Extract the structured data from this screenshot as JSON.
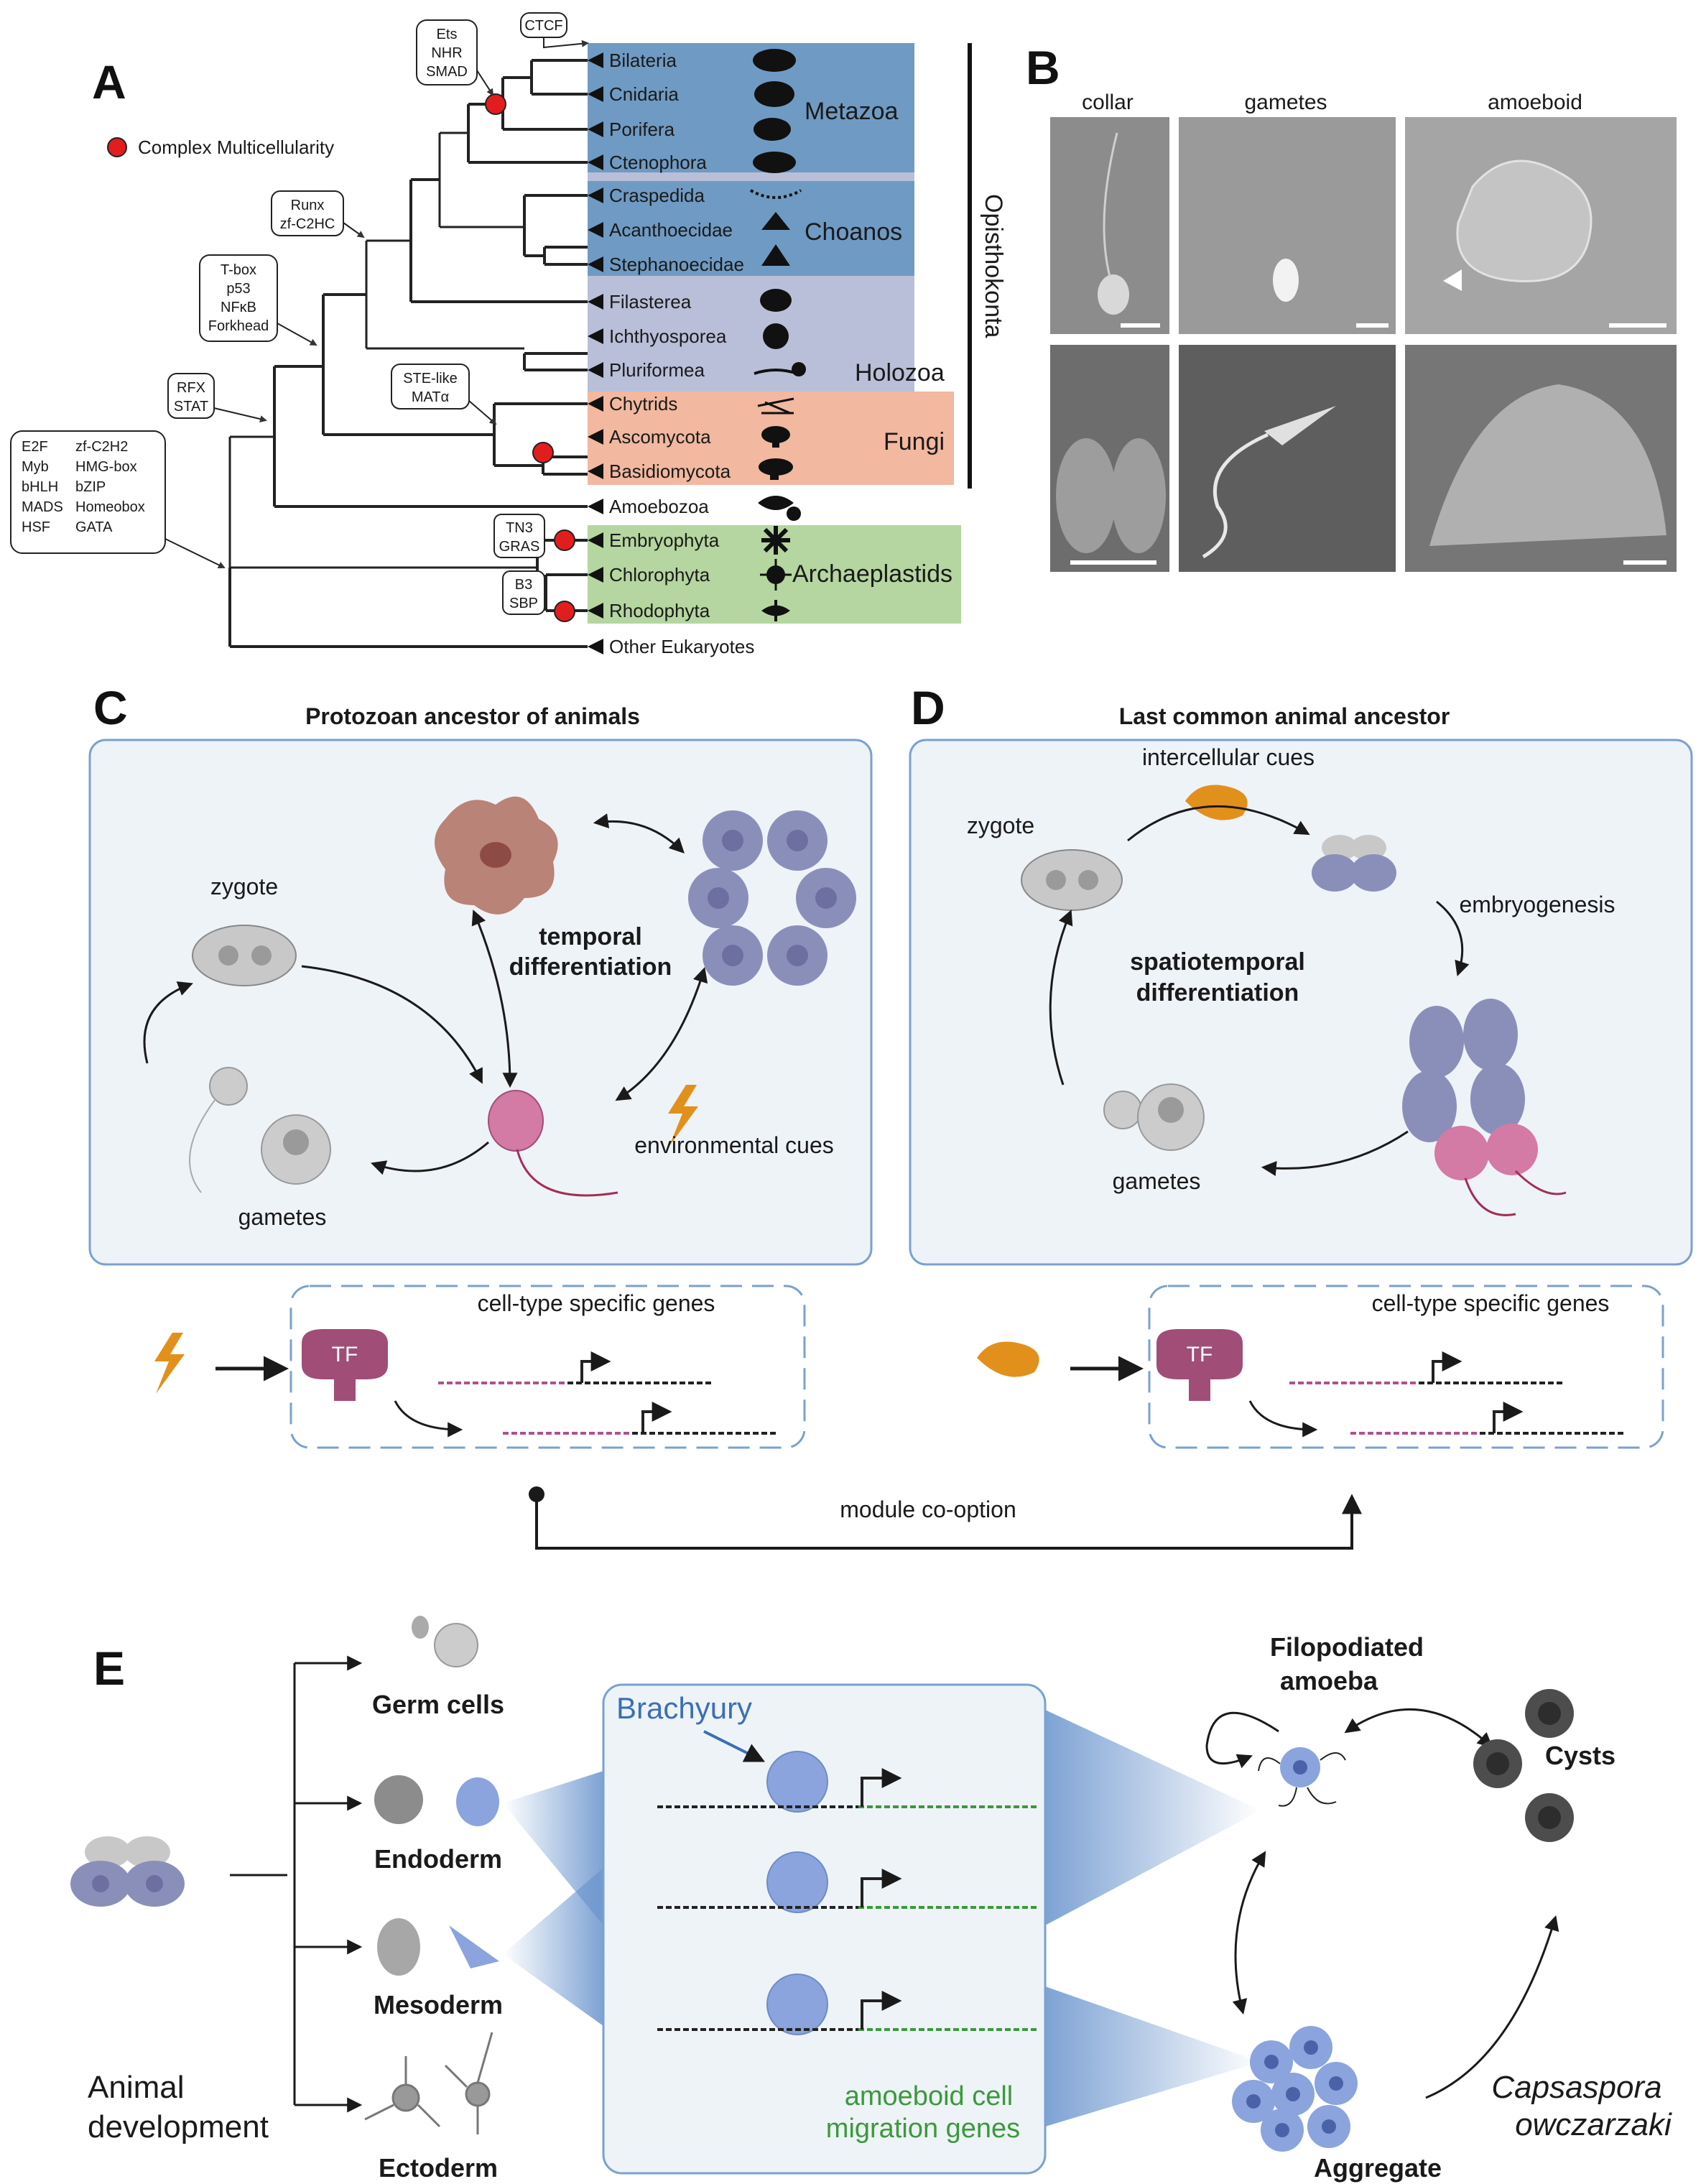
{
  "colors": {
    "metazoa": "#6f9ac3",
    "choanos": "#6f9ac3",
    "holozoa": "#b9bfd9",
    "fungi": "#f2b8a0",
    "archaeplastids": "#b5d6a0",
    "red_dot": "#e21d1d",
    "panel_bg": "#eef3f8",
    "panel_border": "#7aa1cf",
    "tf": "#a04d78",
    "cue": "#e2901c",
    "green_gene": "#3a9a3a",
    "blue_text": "#3b6fb6"
  },
  "panelA": {
    "letter": "A",
    "legend": "Complex Multicellularity",
    "taxa": [
      "Bilateria",
      "Cnidaria",
      "Porifera",
      "Ctenophora",
      "Craspedida",
      "Acanthoecidae",
      "Stephanoecidae",
      "Filasterea",
      "Ichthyosporea",
      "Pluriformea",
      "Chytrids",
      "Ascomycota",
      "Basidiomycota",
      "Amoebozoa",
      "Embryophyta",
      "Chlorophyta",
      "Rhodophyta",
      "Other Eukaryotes"
    ],
    "groups": {
      "metazoa": "Metazoa",
      "choanos": "Choanos",
      "holozoa": "Holozoa",
      "fungi": "Fungi",
      "archaeplastids": "Archaeplastids",
      "opisthokonta": "Opisthokonta"
    },
    "boxes": {
      "ctcf": [
        "CTCF"
      ],
      "ets": [
        "Ets",
        "NHR",
        "SMAD"
      ],
      "runx": [
        "Runx",
        "zf-C2HC"
      ],
      "tbox": [
        "T-box",
        "p53",
        "NFκB",
        "Forkhead"
      ],
      "rfx": [
        "RFX",
        "STAT"
      ],
      "ste": [
        "STE-like",
        "MATα"
      ],
      "e2f": [
        "E2F",
        "Myb",
        "bHLH",
        "MADS",
        "HSF"
      ],
      "e2f2": [
        "zf-C2H2",
        "HMG-box",
        "bZIP",
        "Homeobox",
        "GATA"
      ],
      "tn3": [
        "TN3",
        "GRAS"
      ],
      "b3": [
        "B3",
        "SBP"
      ]
    }
  },
  "panelB": {
    "letter": "B",
    "cols": [
      "collar",
      "gametes",
      "amoeboid"
    ]
  },
  "panelC": {
    "letter": "C",
    "title": "Protozoan ancestor of animals",
    "zygote": "zygote",
    "gametes": "gametes",
    "center1": "temporal",
    "center2": "differentiation",
    "env": "environmental cues",
    "genes": "cell-type specific genes",
    "tf": "TF"
  },
  "panelD": {
    "letter": "D",
    "title": "Last common animal ancestor",
    "cues": "intercellular cues",
    "zygote": "zygote",
    "embryo": "embryogenesis",
    "center1": "spatiotemporal",
    "center2": "differentiation",
    "gametes": "gametes",
    "genes": "cell-type specific genes",
    "tf": "TF"
  },
  "cooption": "module co-option",
  "panelE": {
    "letter": "E",
    "germ": "Germ cells",
    "endoderm": "Endoderm",
    "mesoderm": "Mesoderm",
    "ectoderm": "Ectoderm",
    "animal1": "Animal",
    "animal2": "development",
    "brachyury": "Brachyury",
    "amoeboid1": "amoeboid cell",
    "amoeboid2": "migration genes",
    "filo1": "Filopodiated",
    "filo2": "amoeba",
    "cysts": "Cysts",
    "aggregate": "Aggregate",
    "caps1": "Capsaspora",
    "caps2": "owczarzaki"
  }
}
